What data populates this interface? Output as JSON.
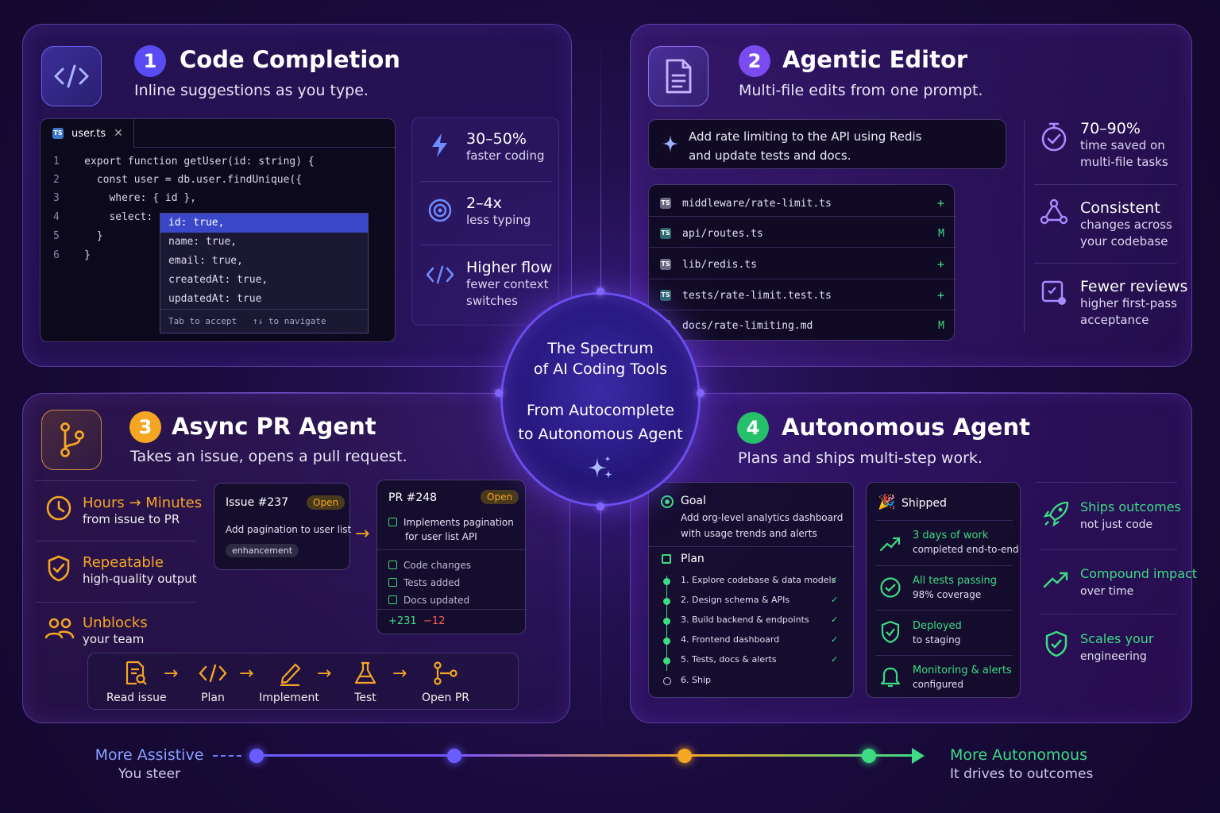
{
  "center": {
    "title_1": "The Spectrum",
    "title_2": "of AI Coding Tools",
    "sub_1": "From Autocomplete",
    "sub_2": "to Autonomous Agent"
  },
  "p1": {
    "num": "1",
    "title": "Code Completion",
    "subtitle": "Inline suggestions as you type.",
    "tab": "user.ts",
    "ts_badge": "TS",
    "lines": [
      {
        "n": "1",
        "code": "export function getUser(id: string) {"
      },
      {
        "n": "2",
        "code": "  const user = db.user.findUnique({"
      },
      {
        "n": "3",
        "code": "    where: { id },"
      },
      {
        "n": "4",
        "code": "    select: "
      },
      {
        "n": "5",
        "code": "  }"
      },
      {
        "n": "6",
        "code": "}"
      }
    ],
    "suggestions": [
      "id: true,",
      "name: true,",
      "email: true,",
      "createdAt: true,",
      "updatedAt: true"
    ],
    "hint": "Tab to accept   ↑↓ to navigate",
    "stats": [
      {
        "a": "30–50%",
        "b1": "faster coding",
        "b2": ""
      },
      {
        "a": "2–4x",
        "b1": "less typing",
        "b2": ""
      },
      {
        "a": "Higher flow",
        "b1": "fewer context",
        "b2": "switches"
      }
    ]
  },
  "p2": {
    "num": "2",
    "title": "Agentic Editor",
    "subtitle": "Multi-file edits from one prompt.",
    "prompt_1": "Add rate limiting to the API using Redis",
    "prompt_2": "and update tests and docs.",
    "files": [
      {
        "name": "middleware/rate-limit.ts",
        "badge": "TS",
        "status": "+"
      },
      {
        "name": "api/routes.ts",
        "badge": "TS",
        "status": "M"
      },
      {
        "name": "lib/redis.ts",
        "badge": "TS",
        "status": "+"
      },
      {
        "name": "tests/rate-limit.test.ts",
        "badge": "TS",
        "status": "+"
      },
      {
        "name": "docs/rate-limiting.md",
        "badge": "",
        "status": "M"
      }
    ],
    "stats": [
      {
        "a": "70–90%",
        "b1": "time saved on",
        "b2": "multi-file tasks"
      },
      {
        "a": "Consistent",
        "b1": "changes across",
        "b2": "your codebase"
      },
      {
        "a": "Fewer reviews",
        "b1": "higher first-pass",
        "b2": "acceptance"
      }
    ]
  },
  "p3": {
    "num": "3",
    "title": "Async PR Agent",
    "subtitle": "Takes an issue, opens a pull request.",
    "stats": [
      {
        "a": "Hours → Minutes",
        "b": "from issue to PR"
      },
      {
        "a": "Repeatable",
        "b": "high-quality output"
      },
      {
        "a": "Unblocks",
        "b": "your team"
      }
    ],
    "issue": {
      "id": "Issue #237",
      "badge": "Open",
      "desc": "Add pagination to user list",
      "tag": "enhancement"
    },
    "pr": {
      "id": "PR #248",
      "badge": "Open",
      "desc_1": "Implements pagination",
      "desc_2": "for user list API",
      "checks": [
        "Code changes",
        "Tests added",
        "Docs updated"
      ],
      "add": "+231",
      "del": "−12"
    },
    "flow": [
      "Read issue",
      "Plan",
      "Implement",
      "Test",
      "Open PR"
    ]
  },
  "p4": {
    "num": "4",
    "title": "Autonomous Agent",
    "subtitle": "Plans and ships multi-step work.",
    "goal_label": "Goal",
    "goal_1": "Add org-level analytics dashboard",
    "goal_2": "with usage trends and alerts",
    "plan_label": "Plan",
    "plan": [
      "1. Explore codebase & data models",
      "2. Design schema & APIs",
      "3. Build backend & endpoints",
      "4. Frontend dashboard",
      "5. Tests, docs & alerts",
      "6. Ship"
    ],
    "shipped_label": "Shipped",
    "shipped": [
      {
        "a": "3 days of work",
        "b": "completed end-to-end"
      },
      {
        "a": "All tests passing",
        "b": "98% coverage"
      },
      {
        "a": "Deployed",
        "b": "to staging"
      },
      {
        "a": "Monitoring & alerts",
        "b": "configured"
      }
    ],
    "stats": [
      {
        "a": "Ships outcomes",
        "b": "not just code"
      },
      {
        "a": "Compound impact",
        "b": "over time"
      },
      {
        "a": "Scales your",
        "b": "engineering"
      }
    ]
  },
  "axis": {
    "left_a": "More Assistive",
    "left_b": "You steer",
    "right_a": "More Autonomous",
    "right_b": "It drives to outcomes"
  },
  "colors": {
    "blue": "#7d6bff",
    "orange": "#f5a623",
    "green": "#3ddc84",
    "purple": "#9a6bff"
  }
}
